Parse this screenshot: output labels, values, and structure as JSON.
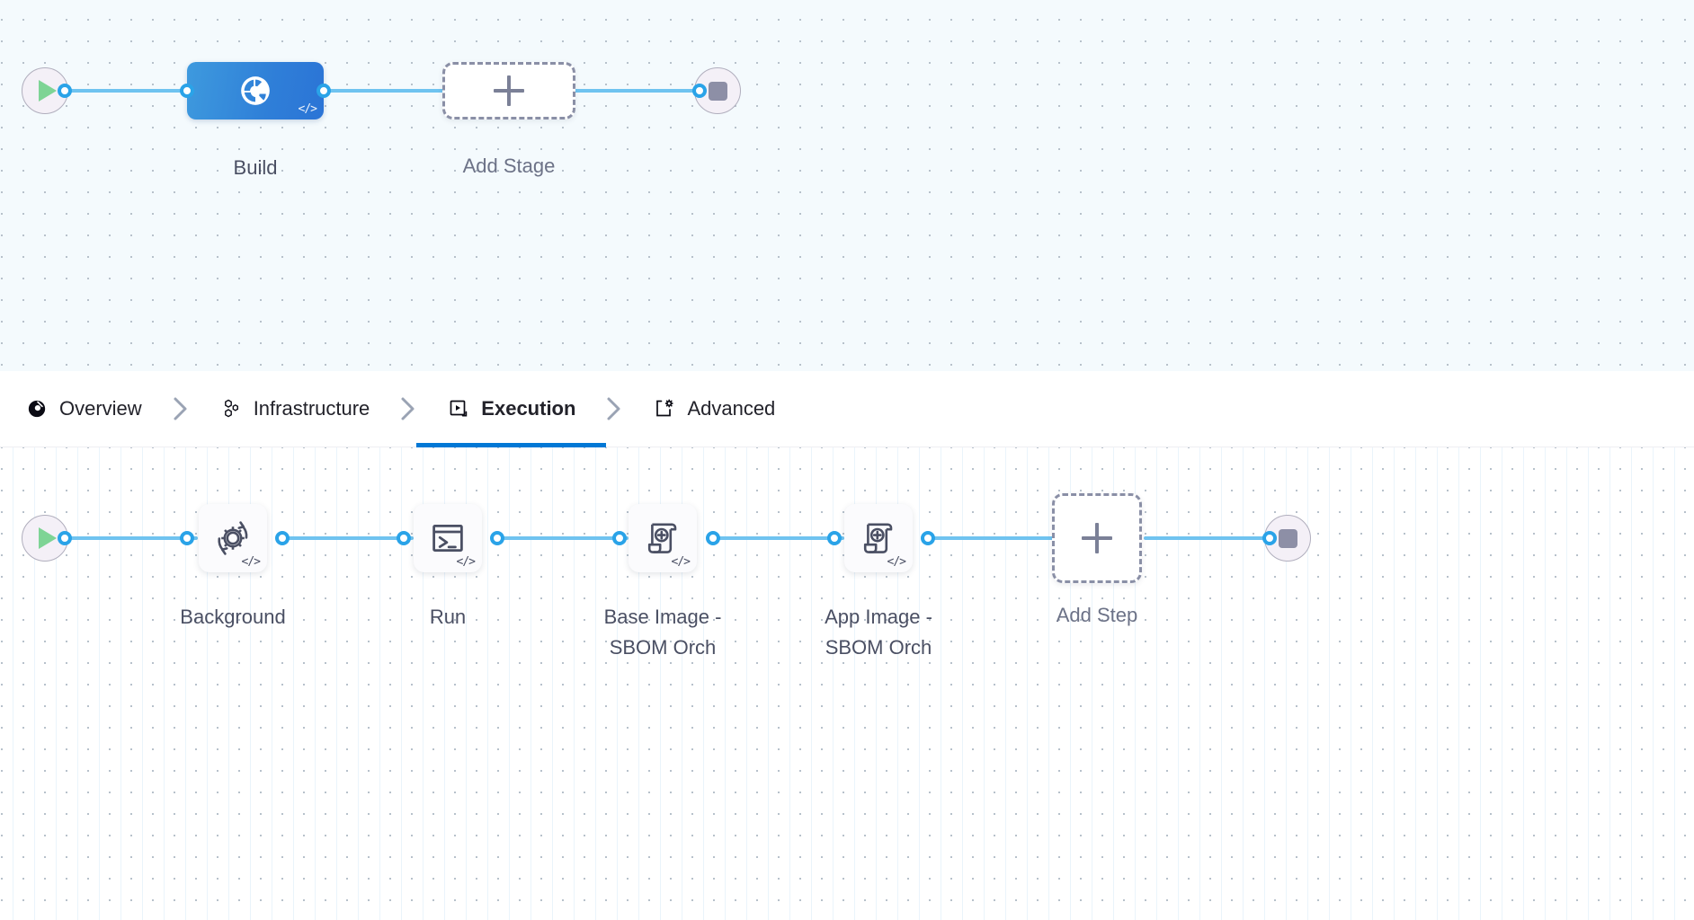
{
  "stage_graph": {
    "start_node": {
      "icon": "play-icon",
      "name": "pipeline-start-node"
    },
    "end_node": {
      "icon": "stop-icon",
      "name": "pipeline-end-node"
    },
    "stages": [
      {
        "label": "Build",
        "icon": "harness-ci-icon",
        "code_badge": "</>",
        "type": "ci-build"
      }
    ],
    "add_stage": {
      "label": "Add Stage",
      "icon": "plus-icon"
    }
  },
  "tabs": {
    "items": [
      {
        "label": "Overview",
        "icon": "harness-overview-icon",
        "active": false
      },
      {
        "label": "Infrastructure",
        "icon": "hexagon-cluster-icon",
        "active": false
      },
      {
        "label": "Execution",
        "icon": "play-box-icon",
        "active": true
      },
      {
        "label": "Advanced",
        "icon": "card-gear-icon",
        "active": false
      }
    ],
    "separator_icon": "chevron-right-icon",
    "active_underline_color": "#0278d5"
  },
  "execution_graph": {
    "start_node": {
      "icon": "play-icon",
      "name": "execution-start-node"
    },
    "end_node": {
      "icon": "stop-icon",
      "name": "execution-end-node"
    },
    "steps": [
      {
        "label": "Background",
        "icon": "gear-refresh-icon",
        "code_badge": "</>"
      },
      {
        "label": "Run",
        "icon": "terminal-icon",
        "code_badge": "</>"
      },
      {
        "label": "Base Image -\nSBOM Orch",
        "icon": "scroll-plus-icon",
        "code_badge": "</>"
      },
      {
        "label": "App Image -\nSBOM Orch",
        "icon": "scroll-plus-icon",
        "code_badge": "</>"
      }
    ],
    "add_step": {
      "label": "Add Step",
      "icon": "plus-icon"
    }
  },
  "colors": {
    "edge": "#6fc3f0",
    "port": "#2aa3e8",
    "stage_blue": "#2f7fd8",
    "accent": "#0278d5",
    "canvas_top": "#f4fafd",
    "canvas_bottom": "#ffffff"
  }
}
